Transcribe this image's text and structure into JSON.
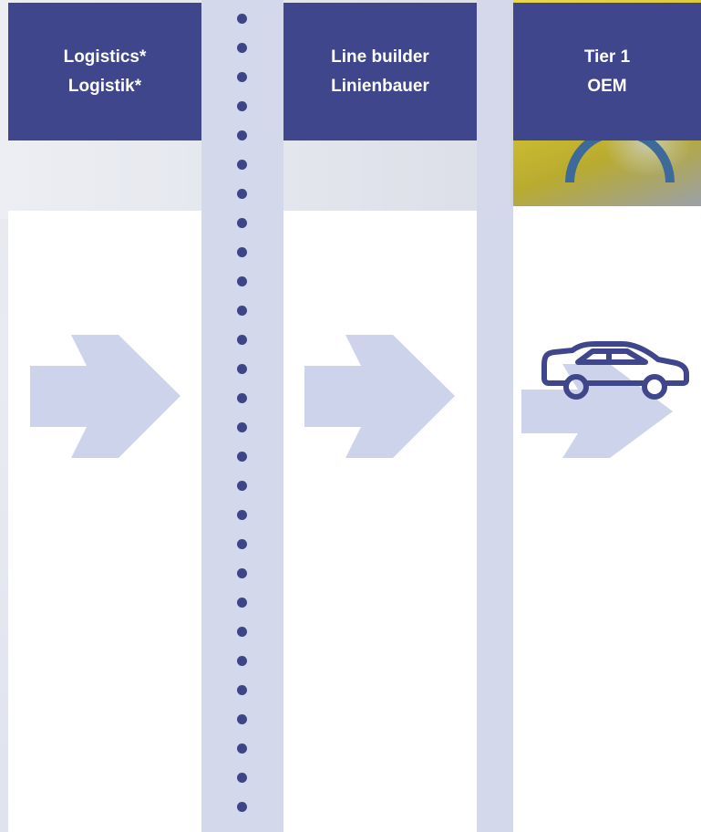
{
  "columns": [
    {
      "line1": "Logistics*",
      "line2": "Logistik*"
    },
    {
      "line1": "Line builder",
      "line2": "Linienbauer"
    },
    {
      "line1": "Tier 1",
      "line2": "OEM"
    }
  ],
  "icons": {
    "arrow": "arrow-right-icon",
    "car": "car-icon"
  },
  "colors": {
    "header_bg": "#3f468c",
    "arrow_fill": "#cdd3ea",
    "dot": "#3d4487",
    "stripe": "#d3d7ea",
    "car_stroke": "#3f468c"
  }
}
